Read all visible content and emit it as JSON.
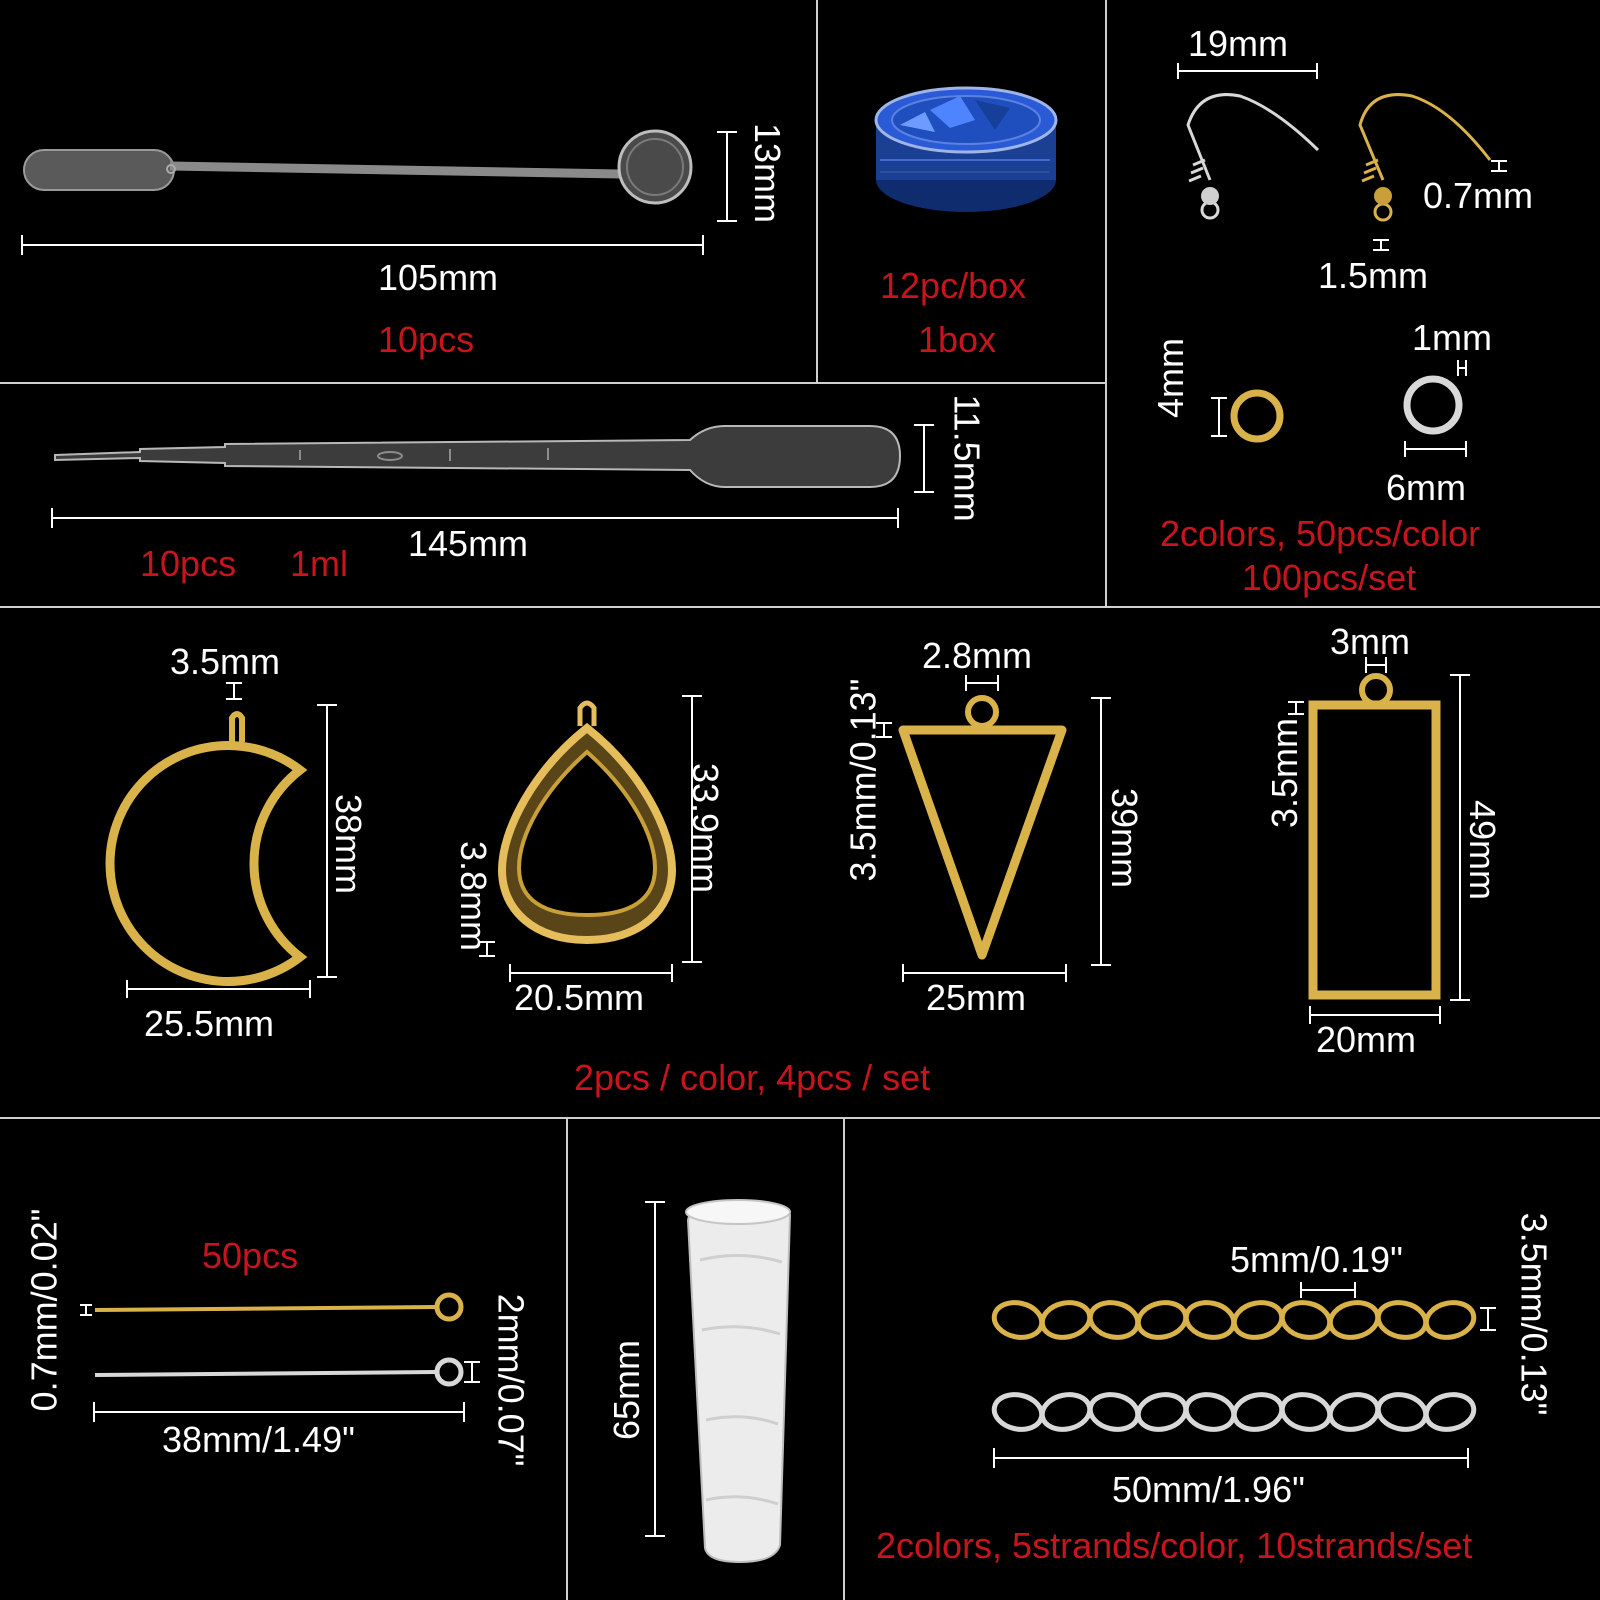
{
  "colors": {
    "background": "#000000",
    "text": "#ffffff",
    "accent_red": "#c8141c",
    "gold": "#d9b24a",
    "silver": "#d8d8d8",
    "glitter_blue": "#1f55c9",
    "divider": "#cfcfcf"
  },
  "stirrer": {
    "length": "105mm",
    "width": "13mm",
    "qty": "10pcs",
    "icon": "stirring-spoon-icon"
  },
  "glitter": {
    "per_box": "12pc/box",
    "qty": "1box",
    "icon": "glitter-jar-icon"
  },
  "pipette": {
    "length": "145mm",
    "width": "11.5mm",
    "qty": "10pcs",
    "volume": "1ml",
    "icon": "pipette-icon"
  },
  "earring_hooks": {
    "width": "19mm",
    "wire": "0.7mm",
    "ball": "1.5mm",
    "icon": "earring-hook-icon"
  },
  "jump_rings": {
    "inner": "4mm",
    "thickness": "1mm",
    "outer": "6mm",
    "colors_note": "2colors, 50pcs/color",
    "set_note": "100pcs/set",
    "icon": "jump-ring-icon"
  },
  "bezels": {
    "moon": {
      "loop": "3.5mm",
      "height": "38mm",
      "width": "25.5mm",
      "icon": "moon-bezel-icon"
    },
    "drop": {
      "height": "33.9mm",
      "depth": "3.8mm",
      "width": "20.5mm",
      "icon": "teardrop-bezel-icon"
    },
    "triangle": {
      "loop": "2.8mm",
      "thickness": "3.5mm/0.13\"",
      "height": "39mm",
      "width": "25mm",
      "icon": "triangle-bezel-icon"
    },
    "rectangle": {
      "loop": "3mm",
      "thickness": "3.5mm",
      "height": "49mm",
      "width": "20mm",
      "icon": "rectangle-bezel-icon"
    },
    "qty": "2pcs / color, 4pcs / set"
  },
  "eye_pins": {
    "qty": "50pcs",
    "wire": "0.7mm/0.02\"",
    "loop": "2mm/0.07\"",
    "length": "38mm/1.49\"",
    "icon": "eye-pin-icon"
  },
  "finger_cot": {
    "length": "65mm",
    "icon": "finger-cot-icon"
  },
  "chains": {
    "link": "5mm/0.19\"",
    "width": "3.5mm/0.13\"",
    "length": "50mm/1.96\"",
    "qty": "2colors, 5strands/color, 10strands/set",
    "icon": "extender-chain-icon"
  }
}
